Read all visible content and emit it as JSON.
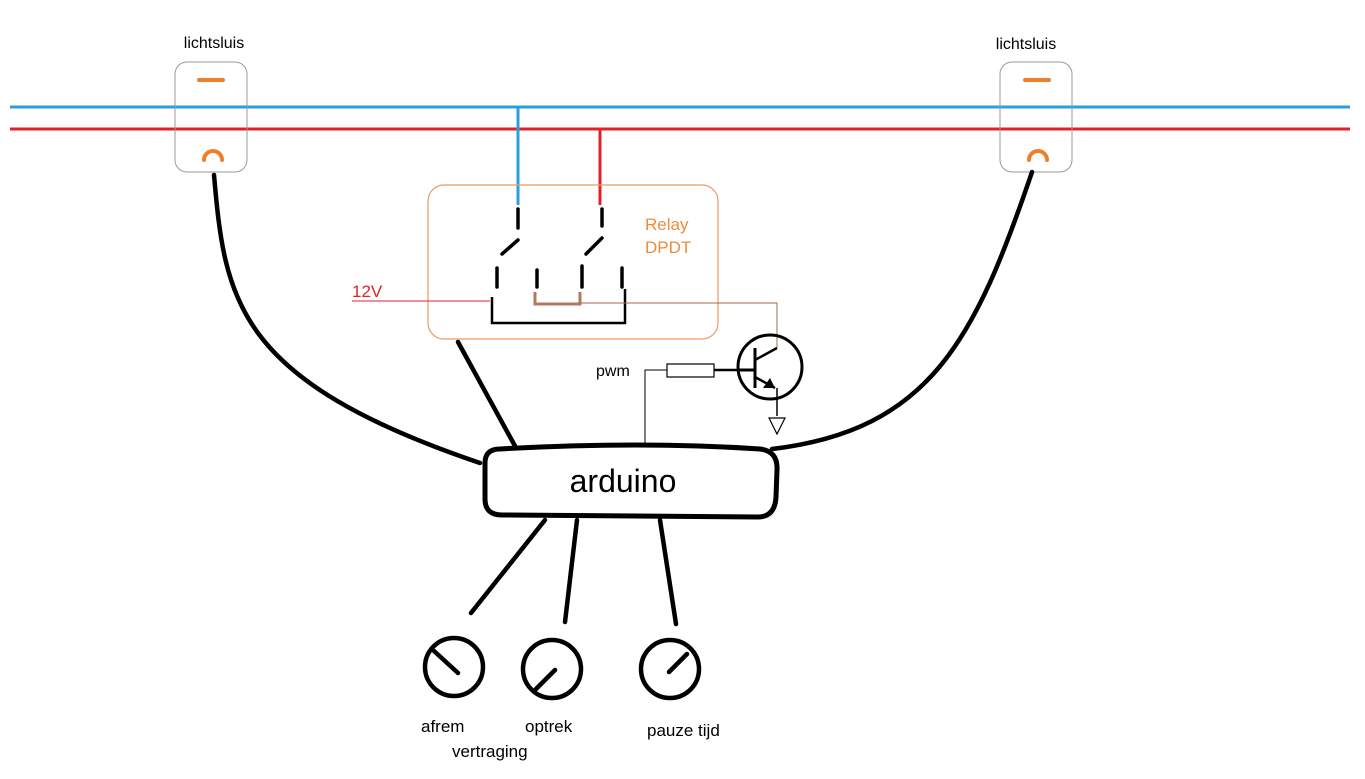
{
  "labels": {
    "sensor_left": "lichtsluis",
    "sensor_right": "lichtsluis",
    "relay_line1": "Relay",
    "relay_line2": "DPDT",
    "supply": "12V",
    "pwm": "pwm",
    "controller": "arduino",
    "knob1_line1": "afrem",
    "knob1_line2": "vertraging",
    "knob2": "optrek",
    "knob3": "pauze tijd"
  },
  "colors": {
    "blue_wire": "#2a9fdc",
    "red_wire": "#e0202a",
    "sensor_mark": "#f07f2a",
    "relay_box": "#ee9a62",
    "relay_text": "#f08a3e",
    "supply": "#e0202a",
    "coil_wire": "#b07a60",
    "thin_wire": "#a06a50",
    "black": "#000000"
  }
}
